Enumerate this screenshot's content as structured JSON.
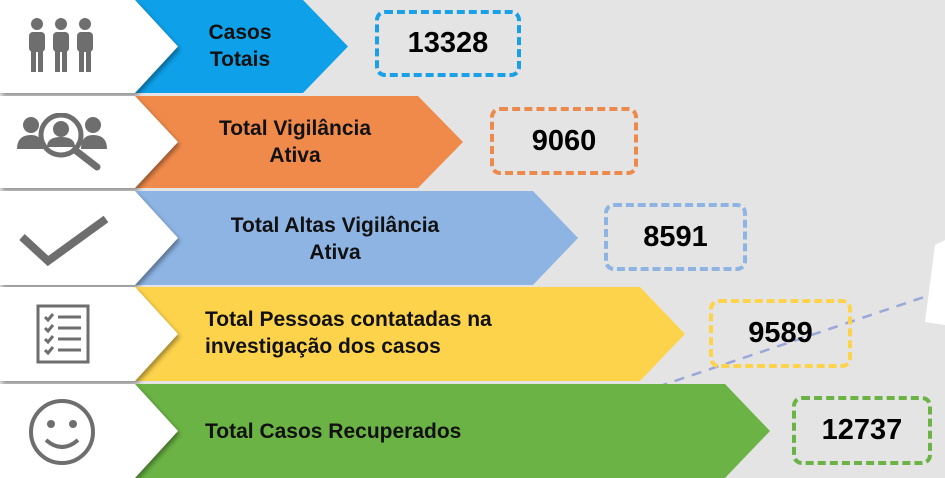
{
  "rows": [
    {
      "label_lines": [
        "Casos",
        "Totais"
      ],
      "value": "13328",
      "color": "#0ea0e8",
      "icon": "people-group-icon"
    },
    {
      "label_lines": [
        "Total Vigilância",
        "Ativa"
      ],
      "value": "9060",
      "color": "#f08a4b",
      "icon": "people-search-icon"
    },
    {
      "label_lines": [
        "Total Altas Vigilância",
        "Ativa"
      ],
      "value": "8591",
      "color": "#8db4e3",
      "icon": "checkmark-icon"
    },
    {
      "label_lines": [
        "Total Pessoas contatadas na",
        "investigação dos casos"
      ],
      "value": "9589",
      "color": "#fdd34b",
      "icon": "checklist-icon"
    },
    {
      "label_lines": [
        "Total Casos Recuperados"
      ],
      "value": "12737",
      "color": "#6bb345",
      "icon": "smiley-face-icon"
    }
  ]
}
